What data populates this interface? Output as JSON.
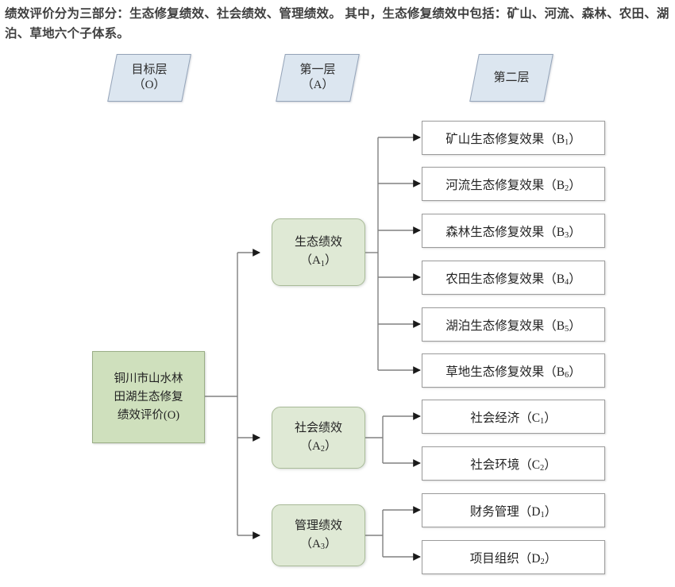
{
  "caption": "绩效评价分为三部分：生态修复绩效、社会绩效、管理绩效。 其中，生态修复绩效中包括：矿山、河流、森林、农田、湖泊、草地六个子体系。",
  "colors": {
    "header_fill": "#dce6f0",
    "header_border": "#94a3b8",
    "root_fill": "#cfe0bd",
    "root_border": "#9aad86",
    "branch_fill": "#dfe9d5",
    "branch_border": "#a9bb98",
    "leaf_fill": "#ffffff",
    "leaf_border": "#9b9b9b",
    "connector": "#808080",
    "caption_text": "#3f3f3f"
  },
  "layer_headers": [
    {
      "title": "目标层",
      "code": "（O）"
    },
    {
      "title": "第一层",
      "code": "（A）"
    },
    {
      "title": "第二层",
      "code": ""
    }
  ],
  "root": {
    "line1": "铜川市山水林",
    "line2": "田湖生态修复",
    "line3": "绩效评价(O)"
  },
  "branches": [
    {
      "title": "生态绩效",
      "code_base": "（A",
      "code_sub": "1",
      "code_tail": "）"
    },
    {
      "title": "社会绩效",
      "code_base": "（A",
      "code_sub": "2",
      "code_tail": "）"
    },
    {
      "title": "管理绩效",
      "code_base": "（A",
      "code_sub": "3",
      "code_tail": "）"
    }
  ],
  "leaves": [
    {
      "text": "矿山生态修复效果（B",
      "sub": "1",
      "tail": "）",
      "parent": "A1"
    },
    {
      "text": "河流生态修复效果（B",
      "sub": "2",
      "tail": "）",
      "parent": "A1"
    },
    {
      "text": "森林生态修复效果（B",
      "sub": "3",
      "tail": "）",
      "parent": "A1"
    },
    {
      "text": "农田生态修复效果（B",
      "sub": "4",
      "tail": "）",
      "parent": "A1"
    },
    {
      "text": "湖泊生态修复效果（B",
      "sub": "5",
      "tail": "）",
      "parent": "A1"
    },
    {
      "text": "草地生态修复效果（B",
      "sub": "6",
      "tail": "）",
      "parent": "A1"
    },
    {
      "text": "社会经济（C",
      "sub": "1",
      "tail": "）",
      "parent": "A2"
    },
    {
      "text": "社会环境（C",
      "sub": "2",
      "tail": "）",
      "parent": "A2"
    },
    {
      "text": "财务管理（D",
      "sub": "1",
      "tail": "）",
      "parent": "A3"
    },
    {
      "text": "项目组织（D",
      "sub": "2",
      "tail": "）",
      "parent": "A3"
    }
  ]
}
